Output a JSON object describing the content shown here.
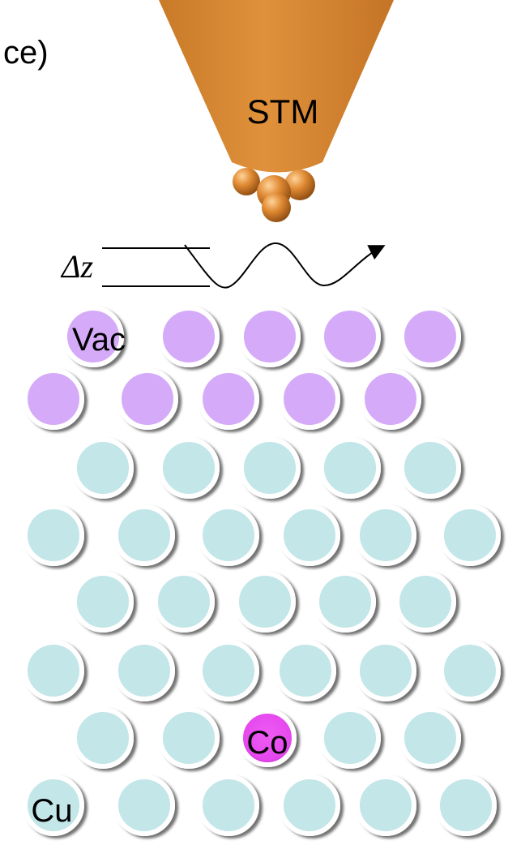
{
  "header": {
    "fragment": "ce)"
  },
  "tip": {
    "label": "STM",
    "color": "#D88A35"
  },
  "scan": {
    "label": "Δz"
  },
  "layers": {
    "vacuum": {
      "label": "Vac",
      "color": "#D5ABF9"
    },
    "copper": {
      "label": "Cu",
      "color": "#C3E6E9"
    },
    "impurity": {
      "label": "Co",
      "color": "#E548EE"
    }
  }
}
